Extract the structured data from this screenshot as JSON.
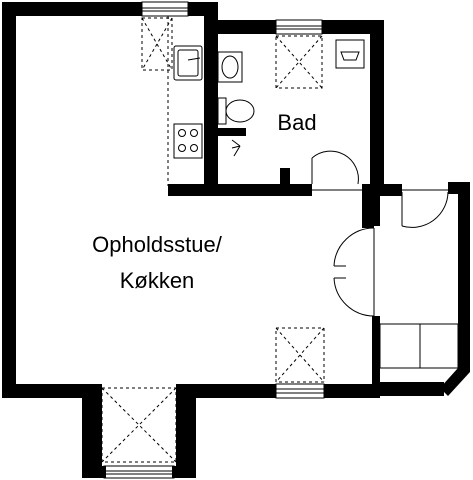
{
  "rooms": {
    "bathroom": "Bad",
    "living_line1": "Opholdsstue/",
    "living_line2": "Køkken"
  }
}
